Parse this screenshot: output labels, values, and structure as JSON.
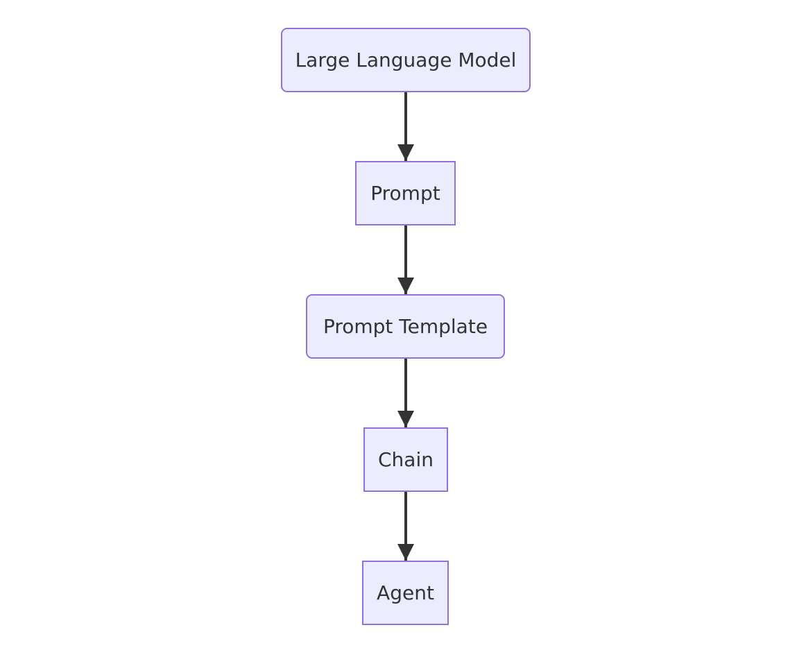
{
  "diagram": {
    "type": "flowchart",
    "direction": "top-to-bottom",
    "colors": {
      "node_fill": "#ececff",
      "node_border": "#9370db",
      "edge": "#333333",
      "text": "#333333"
    },
    "nodes": [
      {
        "id": "llm",
        "label": "Large Language Model",
        "shape": "rounded"
      },
      {
        "id": "prompt",
        "label": "Prompt",
        "shape": "rectangle"
      },
      {
        "id": "template",
        "label": "Prompt Template",
        "shape": "rounded"
      },
      {
        "id": "chain",
        "label": "Chain",
        "shape": "rectangle"
      },
      {
        "id": "agent",
        "label": "Agent",
        "shape": "rectangle"
      }
    ],
    "edges": [
      {
        "from": "llm",
        "to": "prompt"
      },
      {
        "from": "prompt",
        "to": "template"
      },
      {
        "from": "template",
        "to": "chain"
      },
      {
        "from": "chain",
        "to": "agent"
      }
    ]
  }
}
